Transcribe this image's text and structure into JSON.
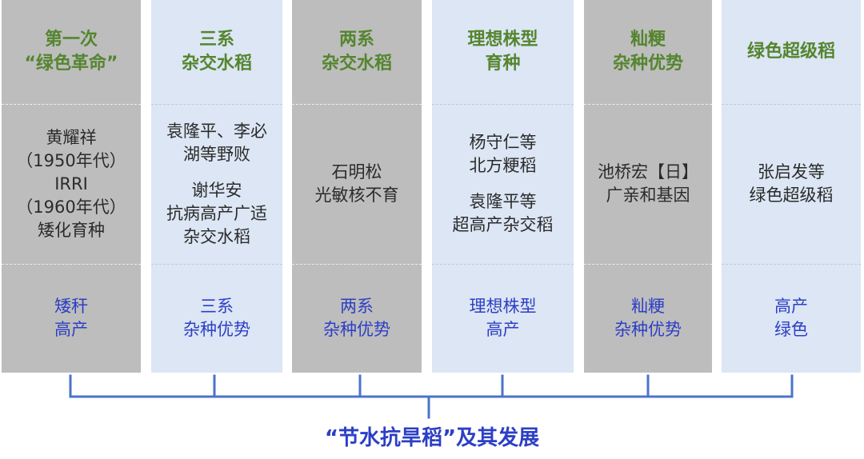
{
  "columns": [
    {
      "id": "green-revolution",
      "title": [
        "第一次",
        "“绿色革命”"
      ],
      "people": [
        [
          "黄耀祥",
          "（1950年代）",
          "IRRI",
          "（1960年代）",
          "矮化育种"
        ]
      ],
      "result": [
        "矮秆",
        "高产"
      ],
      "bg": "#bdbdbd"
    },
    {
      "id": "three-line",
      "title": [
        "三系",
        "杂交水稻"
      ],
      "people": [
        [
          "袁隆平、李必",
          "湖等野败"
        ],
        [
          "谢华安",
          "抗病高产广适",
          "杂交水稻"
        ]
      ],
      "result": [
        "三系",
        "杂种优势"
      ],
      "bg": "#dce6f4"
    },
    {
      "id": "two-line",
      "title": [
        "两系",
        "杂交水稻"
      ],
      "people": [
        [
          "石明松",
          "光敏核不育"
        ]
      ],
      "result": [
        "两系",
        "杂种优势"
      ],
      "bg": "#bdbdbd"
    },
    {
      "id": "ideal-plant",
      "title": [
        "理想株型",
        "育种"
      ],
      "people": [
        [
          "杨守仁等",
          "北方粳稻"
        ],
        [
          "袁隆平等",
          "超高产杂交稻"
        ]
      ],
      "result": [
        "理想株型",
        "高产"
      ],
      "bg": "#dce6f4"
    },
    {
      "id": "indica-japonica",
      "title": [
        "籼粳",
        "杂种优势"
      ],
      "people": [
        [
          "池桥宏【日】",
          "广亲和基因"
        ]
      ],
      "result": [
        "籼粳",
        "杂种优势"
      ],
      "bg": "#bdbdbd"
    },
    {
      "id": "green-super-rice",
      "title": [
        "绿色超级稻"
      ],
      "people": [
        [
          "张启发等",
          "绿色超级稻"
        ]
      ],
      "result": [
        "高产",
        "绿色"
      ],
      "bg": "#dce6f4"
    }
  ],
  "caption": "“节水抗旱稻”及其发展",
  "colors": {
    "title_green": "#55852f",
    "result_blue": "#2d3fc4",
    "bracket_blue": "#4a74c9",
    "gray": "#bdbdbd",
    "light_blue": "#dce6f4"
  }
}
